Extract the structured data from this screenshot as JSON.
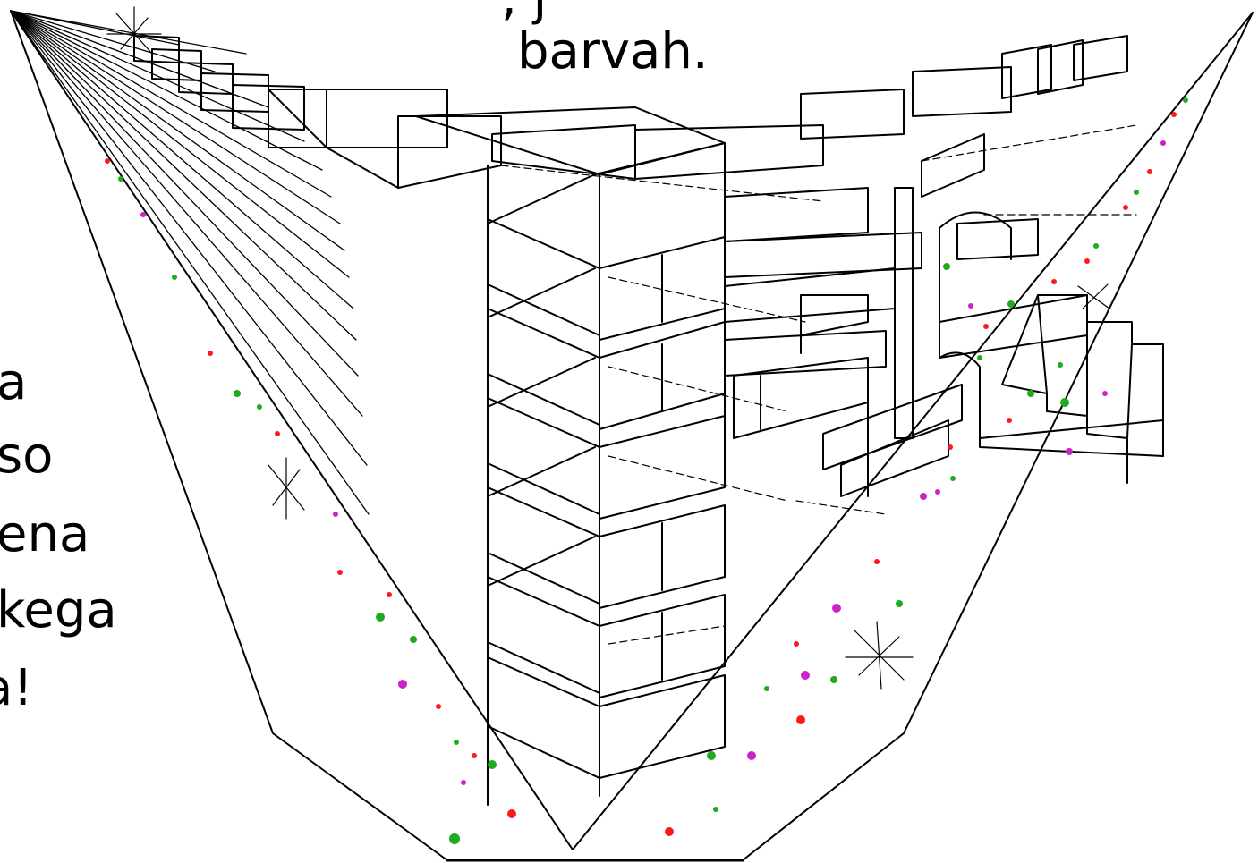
{
  "caption": {
    "top_line_fragment": ", j",
    "bottom_line": "barvah."
  },
  "side_text": [
    "a",
    "so",
    "ena",
    "kega",
    "a!"
  ],
  "colors": {
    "line": "#000000",
    "background": "#ffffff",
    "dot_red": "#ff1a1a",
    "dot_green": "#1faa1f",
    "dot_magenta": "#cc22cc"
  }
}
